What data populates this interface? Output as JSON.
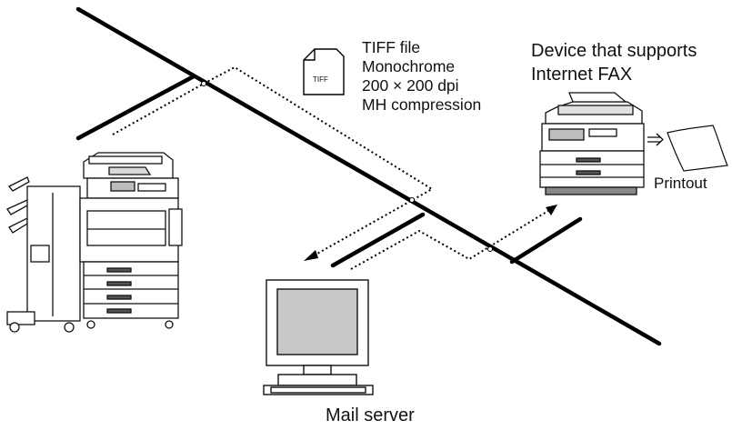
{
  "file_icon_label": "TIFF",
  "file_spec": [
    "TIFF file",
    "Monochrome",
    "200 × 200 dpi",
    "MH compression"
  ],
  "device_label": [
    "Device that supports",
    "Internet FAX"
  ],
  "printout_label": "Printout",
  "mail_server_label": "Mail server",
  "icons": [
    "multifunction-printer-icon",
    "file-icon",
    "fax-device-icon",
    "paper-sheet-icon",
    "computer-monitor-icon"
  ]
}
